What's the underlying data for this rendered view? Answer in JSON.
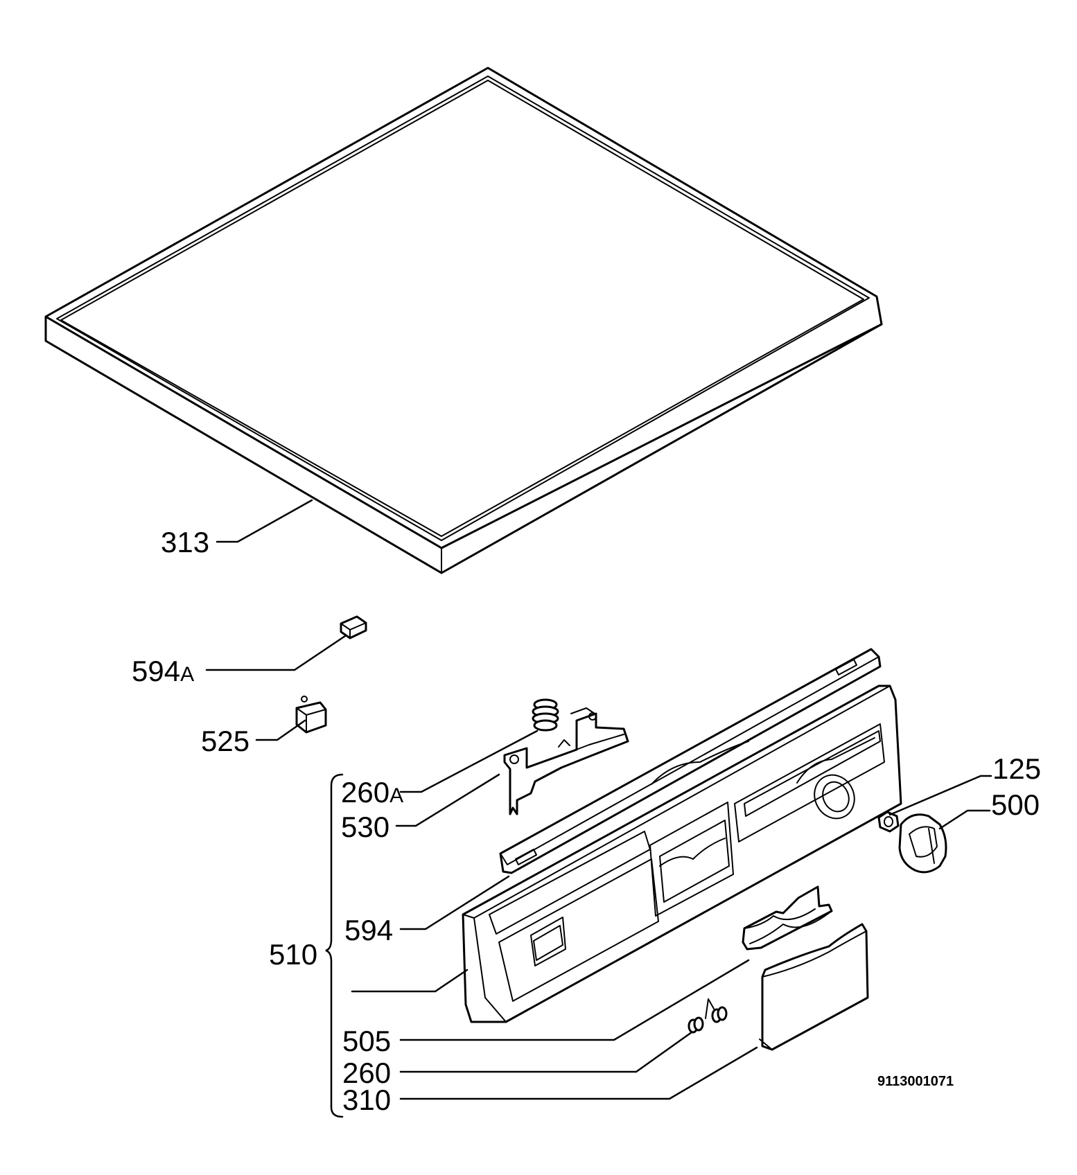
{
  "diagram": {
    "callouts": {
      "c313": "313",
      "c594a": "594",
      "c594a_suffix": "A",
      "c525": "525",
      "c260a": "260",
      "c260a_suffix": "A",
      "c530": "530",
      "c594": "594",
      "c510": "510",
      "c505": "505",
      "c260": "260",
      "c310": "310",
      "c125": "125",
      "c500": "500"
    },
    "document_number": "9113001071"
  }
}
